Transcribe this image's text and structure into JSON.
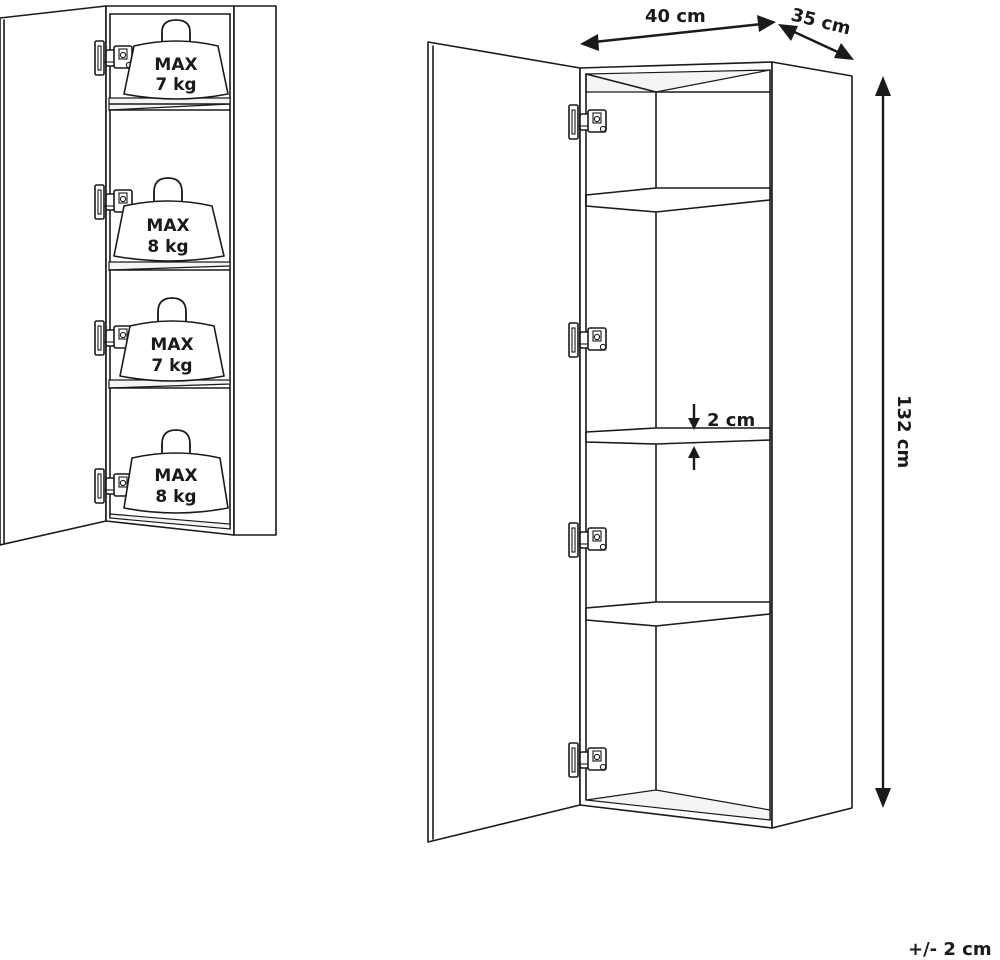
{
  "weights": [
    {
      "line1": "MAX",
      "line2": "7 kg"
    },
    {
      "line1": "MAX",
      "line2": "8 kg"
    },
    {
      "line1": "MAX",
      "line2": "7 kg"
    },
    {
      "line1": "MAX",
      "line2": "8 kg"
    }
  ],
  "dimensions": {
    "width": "40 cm",
    "depth": "35 cm",
    "height": "132 cm",
    "shelf_thickness": "2 cm",
    "tolerance": "+/- 2 cm"
  }
}
